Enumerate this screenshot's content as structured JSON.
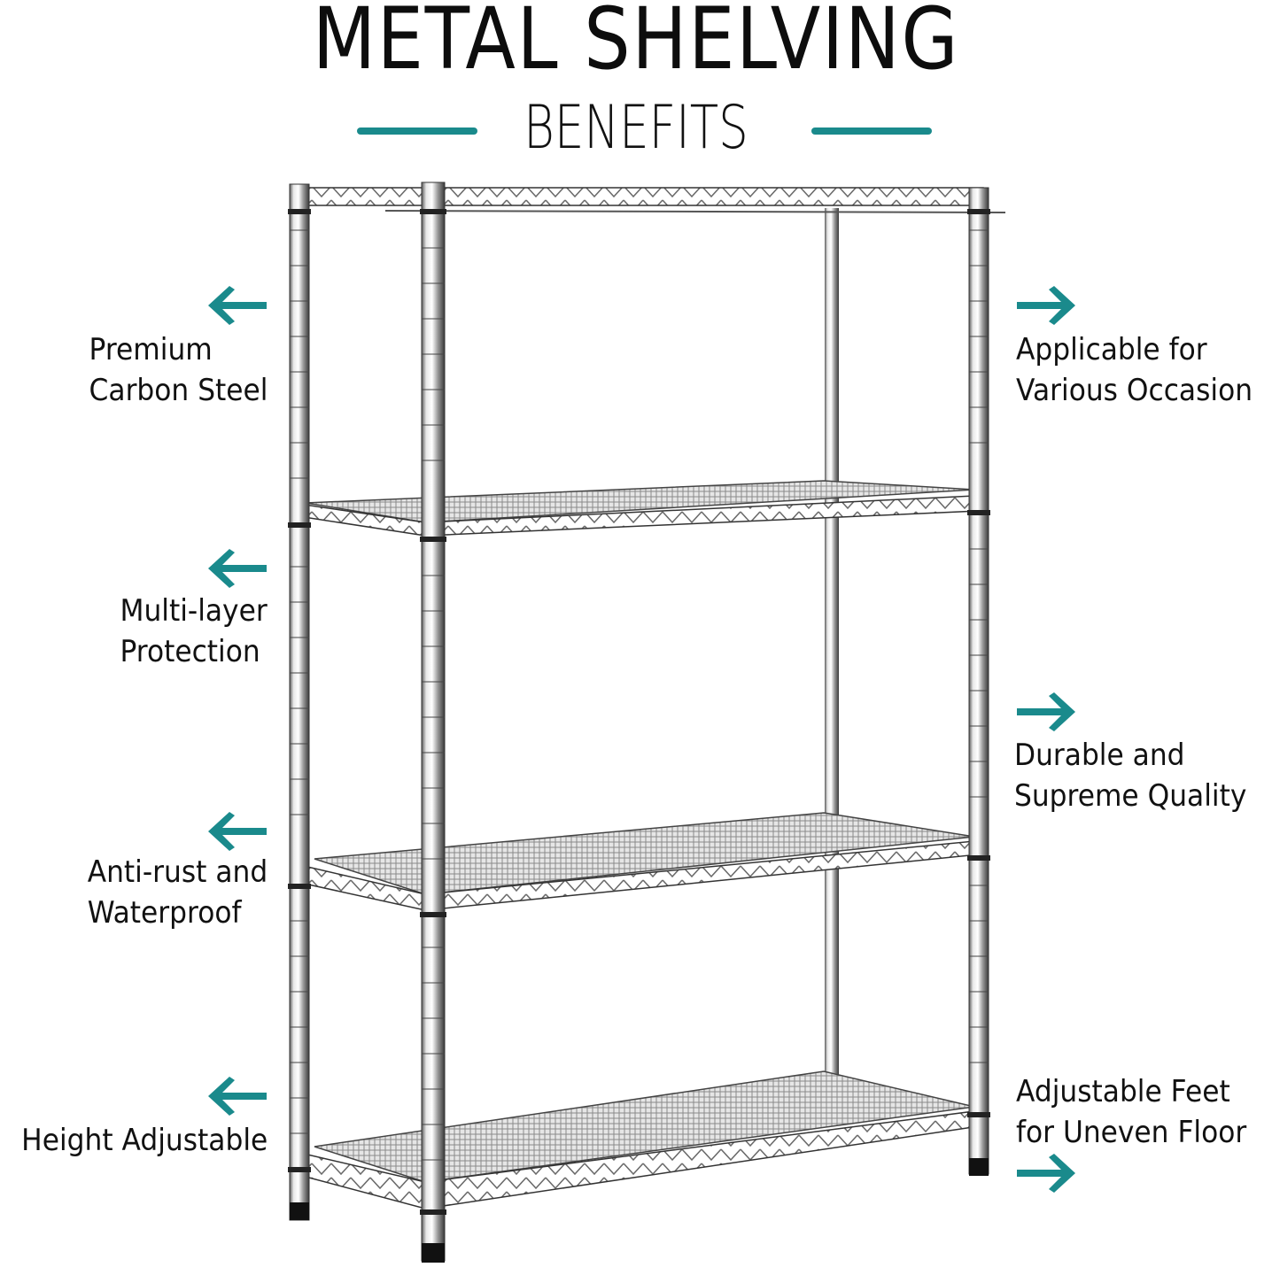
{
  "header": {
    "title": "METAL SHELVING",
    "subtitle": "BENEFITS"
  },
  "colors": {
    "accent": "#1a8a8c",
    "text": "#111111",
    "background": "#ffffff",
    "metal": "#a9a9a9"
  },
  "benefits_left": [
    {
      "line1": "Premium",
      "line2": "Carbon Steel",
      "icon": "arrow-left-icon"
    },
    {
      "line1": "Multi-layer",
      "line2": "Protection",
      "icon": "arrow-left-icon"
    },
    {
      "line1": "Anti-rust and",
      "line2": "Waterproof",
      "icon": "arrow-left-icon"
    },
    {
      "line1": "Height Adjustable",
      "line2": "",
      "icon": "arrow-left-icon"
    }
  ],
  "benefits_right": [
    {
      "line1": "Applicable for",
      "line2": "Various Occasion",
      "icon": "arrow-right-icon"
    },
    {
      "line1": "Durable and",
      "line2": "Supreme Quality",
      "icon": "arrow-right-icon"
    },
    {
      "line1": "Adjustable Feet",
      "line2": "for Uneven Floor",
      "icon": "arrow-right-icon"
    }
  ],
  "product": {
    "name": "4-tier wire shelving unit",
    "tiers": 4
  }
}
